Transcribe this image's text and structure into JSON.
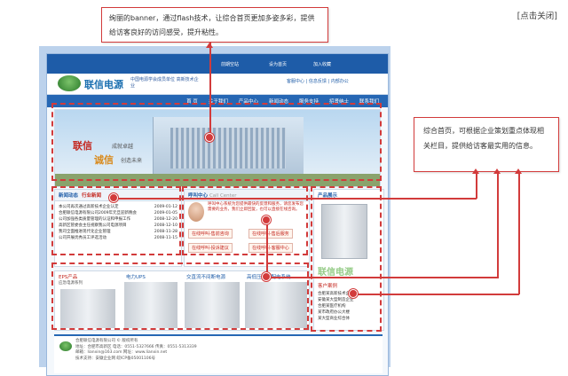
{
  "close_label": "[点击关闭]",
  "callouts": {
    "banner_tip": "绚丽的banner，通过flash技术，让综合首页更加多姿多彩，提供给访客良好的访问感受，提升粘性。",
    "home_tip": "综合首页，可根据企业策划重点体现相关栏目，提供给访客最实用的信息。"
  },
  "site": {
    "top_links": [
      "前期空站",
      "设为首页",
      "加入收藏"
    ],
    "brand": "联信电源",
    "slogan": "中国电源学会成员单位 高新技术企业",
    "head_right": "客服中心 | 信息反馈 | 内部办公",
    "nav": [
      "首 页",
      "关于我们",
      "产品中心",
      "新闻动态",
      "服务支持",
      "招贤纳士",
      "联系我们"
    ],
    "banner": {
      "t1": "联信",
      "s1": "成就卓越",
      "t2": "诚信",
      "s2": "创造未来"
    },
    "news": {
      "title": "新闻动态",
      "tab2": "行业新闻",
      "items": [
        {
          "text": "本公司再次通过高新技术企业认定",
          "date": "2009-01-12"
        },
        {
          "text": "合肥联信电源有限公司2009年元旦迎新晚会",
          "date": "2009-01-05"
        },
        {
          "text": "公司加强各类质量管理的认证和申报工作",
          "date": "2008-12-20"
        },
        {
          "text": "高新区管委会主任视察我公司电源项目",
          "date": "2008-12-10"
        },
        {
          "text": "我司全面推进现代化企业管理",
          "date": "2008-11-28"
        },
        {
          "text": "公司开展优秀员工评选活动",
          "date": "2008-11-15"
        }
      ]
    },
    "service": {
      "title": "呼叫中心",
      "sub": "Call Center",
      "desc": "呼叫中心系统为您提供最快的反馈和服务，请您发布您需要的业务，我们立即回复，也可以直接在线咨询。",
      "buttons": [
        "在线呼叫-售前咨询",
        "在线呼叫-售后服务",
        "在线呼叫-投诉建议",
        "在线呼叫-客服中心"
      ]
    },
    "products_title": "EPS产品",
    "products_sub": "应急电源系列",
    "products": [
      "电力UPS",
      "交直流不间断电源",
      "高低压成套配电系统"
    ],
    "right_title": "产品展示",
    "clients_title": "客户案例",
    "clients": [
      "合肥某高新技术企业",
      "安徽某大型制造企业",
      "合肥某医疗机构",
      "某市政府办公大楼",
      "某大型商业综合体"
    ],
    "footer": {
      "company": "合肥联信电源有限公司 © 版权所有",
      "l2": "地址：合肥市高新区 电话：0551-5327666 传真：0551-5313339",
      "l3": "邮箱：lianxin@163.com 网址：www.lianxin.net",
      "l4": "技术支持：安徽企业网 皖ICP备05001106号"
    }
  }
}
